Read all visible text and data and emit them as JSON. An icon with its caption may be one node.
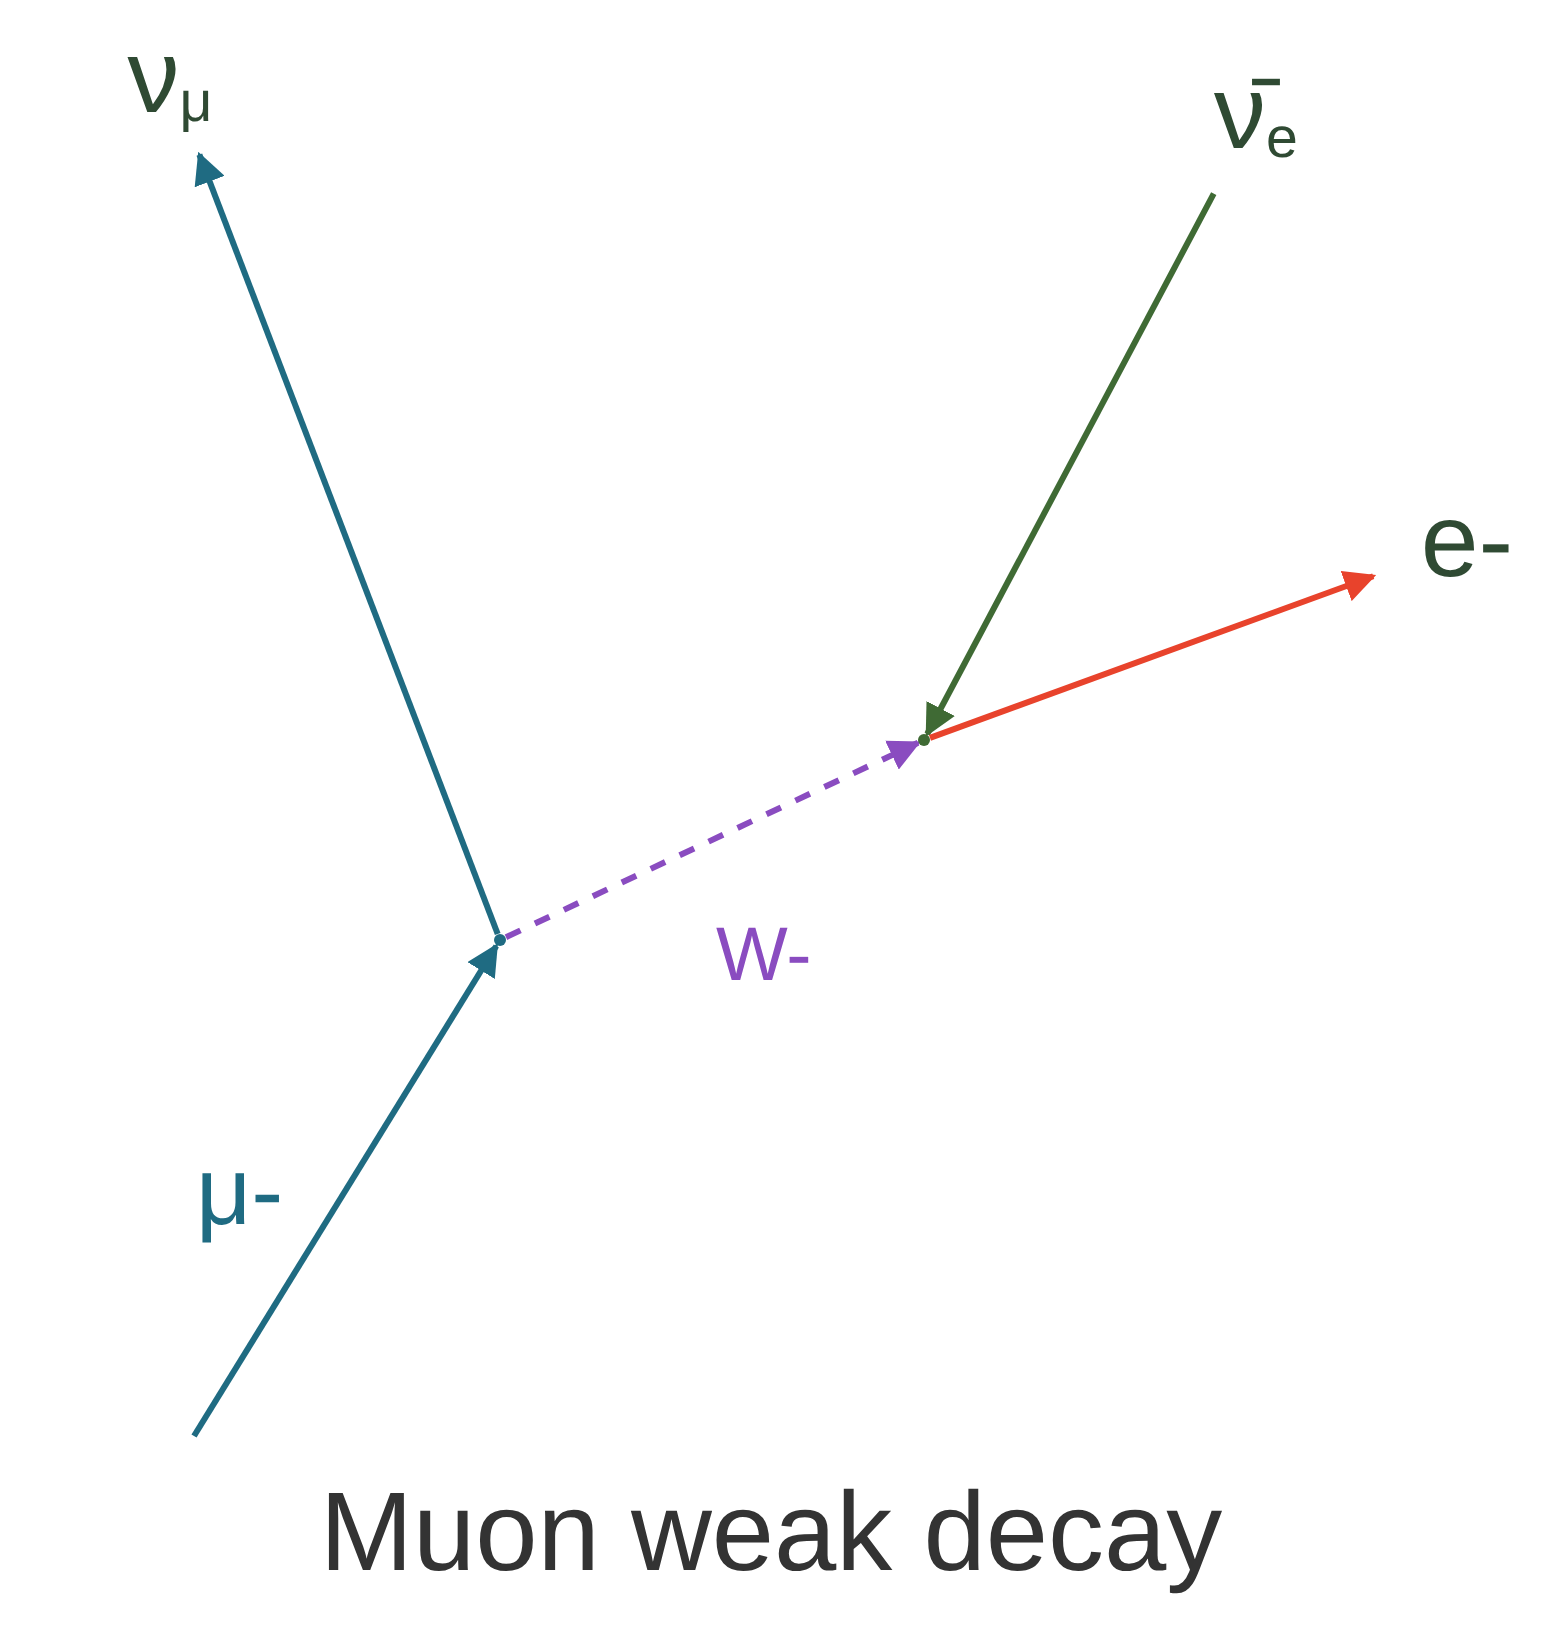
{
  "diagram": {
    "title": "Muon weak decay",
    "nodes": [
      {
        "text": [
          "ν$_{μ}$"
        ]
      },
      {
        "text": [
          "ν̄$_{e}$"
        ]
      },
      {
        "text": [
          "e-"
        ]
      },
      {
        "text": [],
        "shape": "point"
      },
      {
        "text": [],
        "shape": "point"
      }
    ],
    "edges": [
      {
        "from": null,
        "to": 3,
        "arrow": "to",
        "label": "μ-",
        "color": "#1f6b82"
      },
      {
        "from": 3,
        "to": 0,
        "arrow": "to",
        "color": "#1f6b82"
      },
      {
        "from": 3,
        "to": 4,
        "arrow": "to",
        "label": "W-",
        "style": "dashed",
        "color": "#8a4cc0"
      },
      {
        "from": 1,
        "to": 4,
        "arrow": "to",
        "color": "#3f6a34"
      },
      {
        "from": 4,
        "to": 2,
        "arrow": "to",
        "color": "#e8432c"
      }
    ]
  }
}
